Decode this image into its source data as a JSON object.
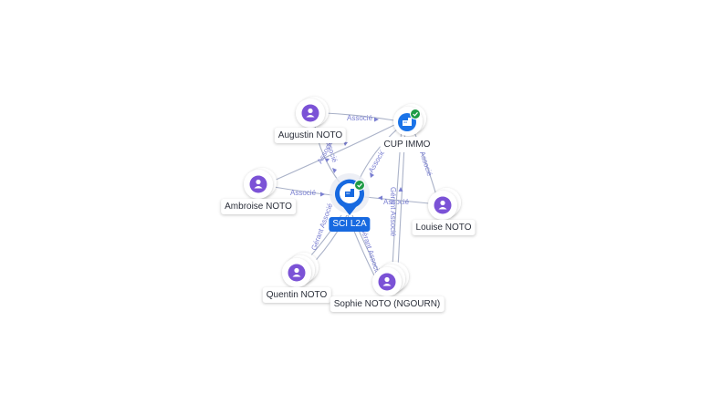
{
  "colors": {
    "person": "#7b52d6",
    "company_main": "#1769e0",
    "company_secondary": "#1a73e8",
    "verified": "#1e9b46",
    "edge": "#aab2c8",
    "edge_label": "#7a7fd1"
  },
  "nodes": {
    "sci_l2a": {
      "label": "SCI L2A",
      "icon": "building-icon",
      "verified": true
    },
    "cup_immo": {
      "label": "CUP IMMO",
      "icon": "building-icon",
      "verified": true
    },
    "augustin": {
      "label": "Augustin NOTO",
      "icon": "person-icon"
    },
    "ambroise": {
      "label": "Ambroise NOTO",
      "icon": "person-icon"
    },
    "louise": {
      "label": "Louise NOTO",
      "icon": "person-icon"
    },
    "quentin": {
      "label": "Quentin NOTO",
      "icon": "person-icon"
    },
    "sophie": {
      "label": "Sophie NOTO (NGOURN)",
      "icon": "person-icon"
    }
  },
  "edges": [
    {
      "from": "augustin",
      "to": "cup_immo",
      "label": "Associé"
    },
    {
      "from": "augustin",
      "to": "sci_l2a",
      "label": "Associé"
    },
    {
      "from": "ambroise",
      "to": "sci_l2a",
      "label": "Associé"
    },
    {
      "from": "ambroise",
      "to": "cup_immo",
      "label": "Associé"
    },
    {
      "from": "cup_immo",
      "to": "sci_l2a",
      "label": "Associé"
    },
    {
      "from": "louise",
      "to": "cup_immo",
      "label": "Associé"
    },
    {
      "from": "louise",
      "to": "sci_l2a",
      "label": "Associé"
    },
    {
      "from": "quentin",
      "to": "sci_l2a",
      "label": "Gérant Associé"
    },
    {
      "from": "sophie",
      "to": "sci_l2a",
      "label": "Gérant Associé"
    },
    {
      "from": "sophie",
      "to": "cup_immo",
      "label": "Gérant Associé"
    }
  ]
}
